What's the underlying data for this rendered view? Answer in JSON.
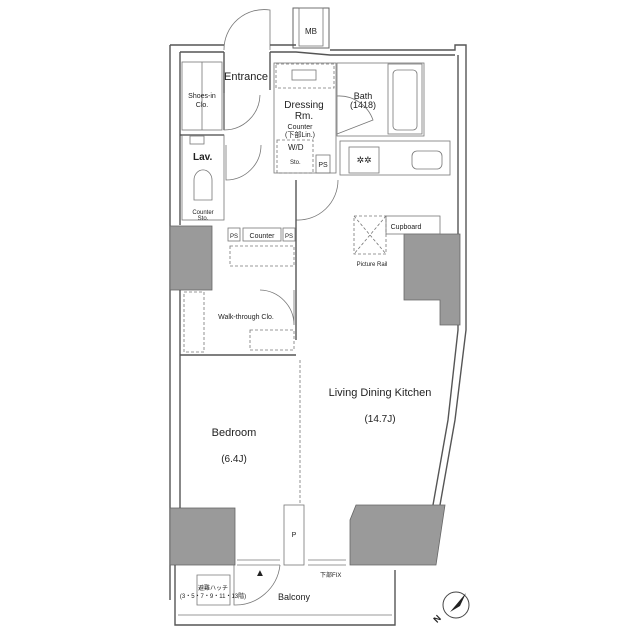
{
  "plan": {
    "rooms": {
      "mb": "MB",
      "entrance": "Entrance",
      "shoes": [
        "Shoes-in",
        "Clo."
      ],
      "dressing": [
        "Dressing",
        "Rm."
      ],
      "bath": [
        "Bath",
        "(1418)"
      ],
      "counter_lin": [
        "Counter",
        "(下部Lin.)"
      ],
      "wd": "W/D",
      "sto": "Sto.",
      "ps": "PS",
      "lav": "Lav.",
      "counter_sto": [
        "Counter",
        "Sto."
      ],
      "counter": "Counter",
      "cupboard": "Cupboard",
      "picture_rail": "Picture Rail",
      "walk_through": "Walk-through Clo.",
      "ldk": "Living Dining Kitchen",
      "ldk_size": "(14.7J)",
      "bedroom": "Bedroom",
      "bedroom_size": "(6.4J)",
      "p": "P",
      "fix": "下部FIX",
      "hatch": "避難ハッチ",
      "hatch_floors": "(3・5・7・9・11・13階)",
      "balcony": "Balcony"
    },
    "compass": "N",
    "colors": {
      "column": "#9a9a9a",
      "wall": "#555555"
    }
  }
}
